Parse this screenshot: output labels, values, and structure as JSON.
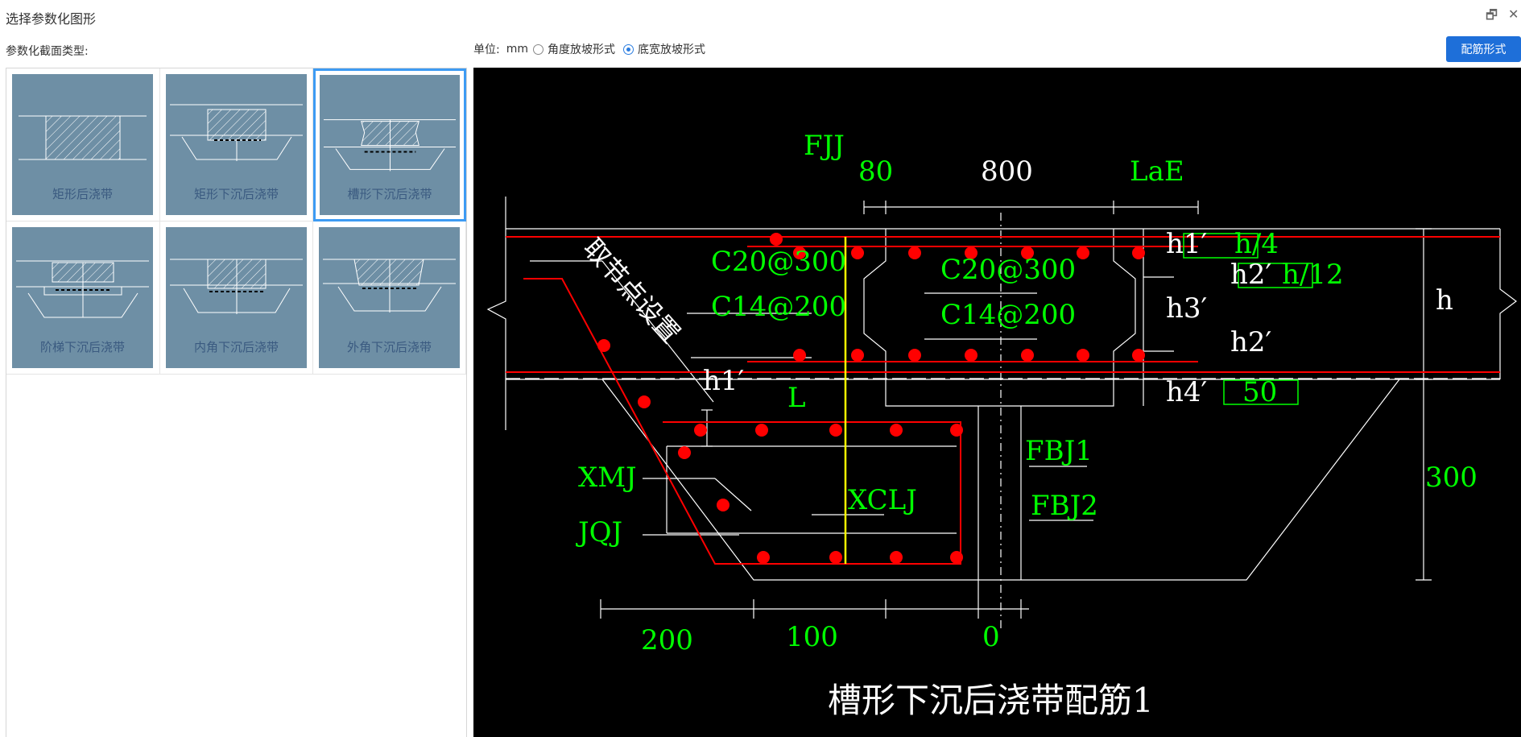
{
  "window": {
    "title": "选择参数化图形",
    "restore_glyph": "🗗",
    "close_glyph": "✕"
  },
  "left": {
    "section_label": "参数化截面类型:",
    "thumbnails": [
      {
        "label": "矩形后浇带",
        "selected": false
      },
      {
        "label": "矩形下沉后浇带",
        "selected": false
      },
      {
        "label": "槽形下沉后浇带",
        "selected": true
      },
      {
        "label": "阶梯下沉后浇带",
        "selected": false
      },
      {
        "label": "内角下沉后浇带",
        "selected": false
      },
      {
        "label": "外角下沉后浇带",
        "selected": false
      }
    ]
  },
  "toolbar": {
    "unit_label": "单位:",
    "unit_value": "mm",
    "options": [
      {
        "label": "角度放坡形式",
        "checked": false
      },
      {
        "label": "底宽放坡形式",
        "checked": true
      }
    ],
    "rebar_button": "配筋形式"
  },
  "drawing": {
    "title": "槽形下沉后浇带配筋1",
    "node_label": "取节点设置",
    "labels": {
      "fjj": "FJJ",
      "c20_left": "C20@300",
      "c14_left": "C14@200",
      "c20_right": "C20@300",
      "c14_right": "C14@200",
      "xmj": "XMJ",
      "jqj": "JQJ",
      "xclj": "XCLJ",
      "fbj1": "FBJ1",
      "fbj2": "FBJ2",
      "l": "L",
      "h1_left": "h1′",
      "h1_right": "h1′",
      "h2_top": "h2′",
      "h2_bottom": "h2′",
      "h3": "h3′",
      "h4": "h4′",
      "h": "h",
      "h_over_4": "h/4",
      "h_over_12": "h/12",
      "fifty": "50"
    },
    "dims": {
      "d80": "80",
      "d800": "800",
      "lae": "LaE",
      "d300": "300",
      "d200": "200",
      "d100": "100",
      "d0": "0"
    },
    "colors": {
      "background": "#000000",
      "line": "#ffffff",
      "rebar": "#ff0000",
      "text_green": "#00ff00",
      "fjj_bar": "#ffff00"
    }
  }
}
